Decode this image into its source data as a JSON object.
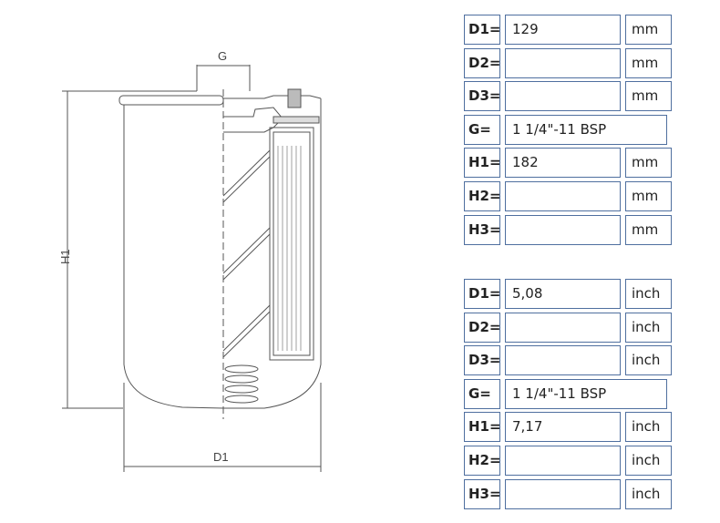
{
  "drawing": {
    "label_g": "G",
    "label_h1": "H1",
    "label_d1": "D1"
  },
  "metric_table": [
    {
      "label": "D1=",
      "value": "129",
      "unit": "mm"
    },
    {
      "label": "D2=",
      "value": "",
      "unit": "mm"
    },
    {
      "label": "D3=",
      "value": "",
      "unit": "mm"
    },
    {
      "label": "G=",
      "value": "1 1/4\"-11 BSP",
      "unit": null
    },
    {
      "label": "H1=",
      "value": "182",
      "unit": "mm"
    },
    {
      "label": "H2=",
      "value": "",
      "unit": "mm"
    },
    {
      "label": "H3=",
      "value": "",
      "unit": "mm"
    }
  ],
  "imperial_table": [
    {
      "label": "D1=",
      "value": "5,08",
      "unit": "inch"
    },
    {
      "label": "D2=",
      "value": "",
      "unit": "inch"
    },
    {
      "label": "D3=",
      "value": "",
      "unit": "inch"
    },
    {
      "label": "G=",
      "value": "1 1/4\"-11 BSP",
      "unit": null
    },
    {
      "label": "H1=",
      "value": "7,17",
      "unit": "inch"
    },
    {
      "label": "H2=",
      "value": "",
      "unit": "inch"
    },
    {
      "label": "H3=",
      "value": "",
      "unit": "inch"
    }
  ]
}
